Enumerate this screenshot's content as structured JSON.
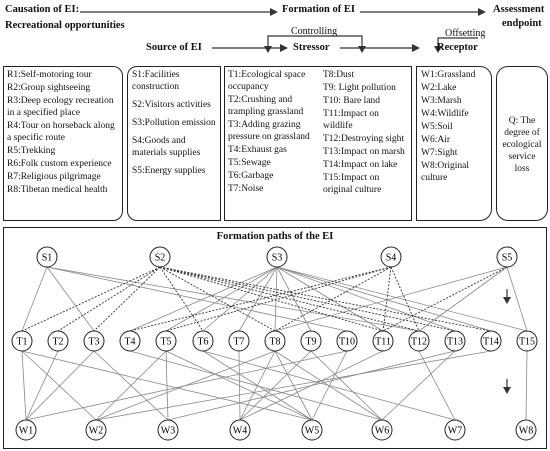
{
  "header": {
    "causation": "Causation of EI:",
    "formation": "Formation of EI",
    "assessment": "Assessment",
    "endpoint": "endpoint",
    "controlling": "Controlling",
    "offsetting": "Offsetting"
  },
  "columns": {
    "rec_title": "Recreational opportunities",
    "source_title": "Source of EI",
    "stressor_title": "Stressor",
    "receptor_title": "Receptor"
  },
  "recreational": [
    "R1:Self-motoring tour",
    "R2:Group sightseeing",
    "R3:Deep ecology recreation in a specified place",
    "R4:Tour on horseback along a specific route",
    "R5:Trekking",
    "R6:Folk custom experience",
    "R7:Religious pilgrimage",
    "R8:Tibetan medical health"
  ],
  "sources": [
    "S1:Facilities construction",
    "S2:Visitors activities",
    "S3:Pollution emission",
    "S4:Goods and materials supplies",
    "S5:Energy supplies"
  ],
  "stressors_left": [
    "T1:Ecological space occupancy",
    "T2:Crushing and trampling grassland",
    "T3:Adding grazing pressure on grassland",
    "T4:Exhaust gas",
    "T5:Sewage",
    "T6:Garbage",
    "T7:Noise"
  ],
  "stressors_right": [
    "T8:Dust",
    "T9: Light pollution",
    "T10: Bare land",
    "T11:Impact on wildlife",
    "T12:Destroying sight",
    "T13:Impact on marsh",
    "T14:Impact on lake",
    "T15:Impact on original culture"
  ],
  "receptors": [
    "W1:Grassland",
    "W2:Lake",
    "W3:Marsh",
    "W4:Wildlife",
    "W5:Soil",
    "W6:Air",
    "W7:Sight",
    "W8:Original culture"
  ],
  "assessment_q": "Q: The degree of ecological service loss",
  "paths_title": "Formation paths of the EI",
  "s_nodes": [
    "S1",
    "S2",
    "S3",
    "S4",
    "S5"
  ],
  "t_nodes": [
    "T1",
    "T2",
    "T3",
    "T4",
    "T5",
    "T6",
    "T7",
    "T8",
    "T9",
    "T10",
    "T11",
    "T12",
    "T13",
    "T14",
    "T15"
  ],
  "w_nodes": [
    "W1",
    "W2",
    "W3",
    "W4",
    "W5",
    "W6",
    "W7",
    "W8"
  ],
  "links": {
    "st_solid": [
      [
        0,
        0
      ],
      [
        0,
        2
      ],
      [
        0,
        9
      ],
      [
        0,
        11
      ],
      [
        2,
        3
      ],
      [
        2,
        4
      ],
      [
        2,
        5
      ],
      [
        2,
        6
      ],
      [
        2,
        7
      ],
      [
        2,
        8
      ],
      [
        2,
        10
      ],
      [
        2,
        12
      ],
      [
        2,
        13
      ],
      [
        2,
        14
      ],
      [
        4,
        7
      ],
      [
        4,
        11
      ],
      [
        4,
        14
      ]
    ],
    "st_dotted": [
      [
        1,
        0
      ],
      [
        1,
        1
      ],
      [
        1,
        2
      ],
      [
        1,
        5
      ],
      [
        1,
        7
      ],
      [
        1,
        10
      ],
      [
        1,
        11
      ],
      [
        1,
        12
      ],
      [
        1,
        13
      ],
      [
        3,
        3
      ],
      [
        3,
        4
      ],
      [
        3,
        7
      ],
      [
        3,
        10
      ],
      [
        3,
        11
      ],
      [
        4,
        10
      ]
    ],
    "tw": [
      [
        0,
        0
      ],
      [
        0,
        1
      ],
      [
        0,
        4
      ],
      [
        1,
        0
      ],
      [
        2,
        0
      ],
      [
        2,
        2
      ],
      [
        3,
        5
      ],
      [
        4,
        1
      ],
      [
        4,
        2
      ],
      [
        4,
        4
      ],
      [
        5,
        4
      ],
      [
        5,
        6
      ],
      [
        6,
        3
      ],
      [
        7,
        1
      ],
      [
        7,
        3
      ],
      [
        7,
        4
      ],
      [
        7,
        5
      ],
      [
        8,
        3
      ],
      [
        8,
        5
      ],
      [
        9,
        0
      ],
      [
        9,
        4
      ],
      [
        10,
        3
      ],
      [
        11,
        6
      ],
      [
        12,
        2
      ],
      [
        12,
        5
      ],
      [
        13,
        1
      ],
      [
        14,
        7
      ]
    ]
  }
}
